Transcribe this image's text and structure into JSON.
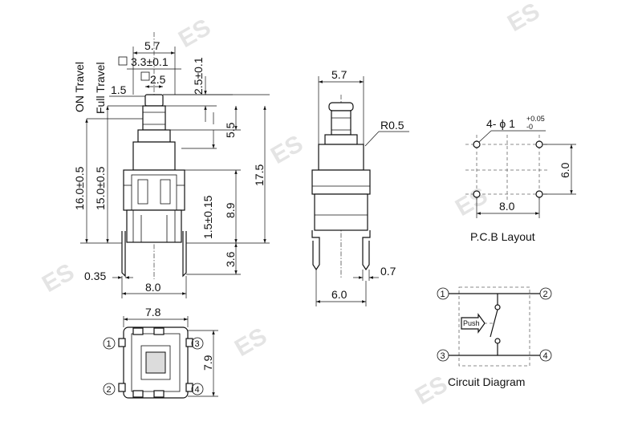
{
  "watermark": "ES",
  "front_view": {
    "dim_top_width": "5.7",
    "dim_square_outer": "3.3±0.1",
    "dim_square_inner": "2.5",
    "dim_cap_height": "2.5±0.1",
    "dim_left_offset": "1.5",
    "label_on_travel": "ON Travel",
    "label_full_travel": "Full Travel",
    "dim_height_16": "16.0±0.5",
    "dim_height_15": "15.0±0.5",
    "dim_5_5": "5.5",
    "dim_1_5": "1.5±0.15",
    "dim_8_9": "8.9",
    "dim_17_5": "17.5",
    "dim_3_6": "3.6",
    "dim_pin_thickness": "0.35",
    "dim_pin_pitch": "8.0"
  },
  "side_view": {
    "dim_top_width": "5.7",
    "dim_radius": "R0.5",
    "dim_pin_width": "0.7",
    "dim_pin_pitch": "6.0"
  },
  "pcb_layout": {
    "hole_callout": "4- ϕ 1",
    "hole_tol_plus": "+0.05",
    "hole_tol_minus": "-0",
    "dim_vertical": "6.0",
    "dim_horizontal": "8.0",
    "caption": "P.C.B Layout"
  },
  "bottom_view": {
    "dim_width": "7.8",
    "dim_height": "7.9",
    "pin_1": "1",
    "pin_2": "2",
    "pin_3": "3",
    "pin_4": "4"
  },
  "circuit": {
    "pin_1": "1",
    "pin_2": "2",
    "pin_3": "3",
    "pin_4": "4",
    "push_label": "Push",
    "caption": "Circuit Diagram"
  }
}
